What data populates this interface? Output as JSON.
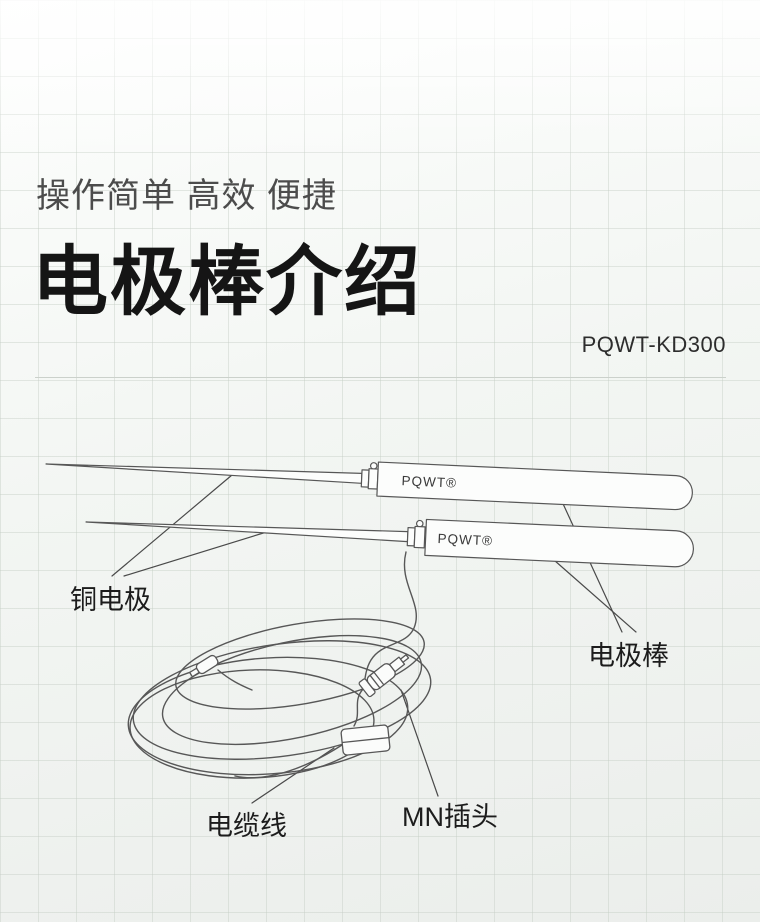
{
  "page": {
    "subtitle": "操作简单 高效 便捷",
    "title": "电极棒介绍",
    "model": "PQWT-KD300"
  },
  "illustration": {
    "brand": "PQWT®",
    "labels": {
      "copper_electrode": "铜电极",
      "electrode_rod": "电极棒",
      "cable": "电缆线",
      "mn_plug": "MN插头"
    }
  },
  "colors": {
    "title": "#151515",
    "subtitle": "#4c4c4c",
    "label": "#1c1c1c",
    "line_art": "#575757",
    "divider": "#cbd1cb",
    "background": "#eff2ef",
    "grid_line": "#c5cec5"
  }
}
